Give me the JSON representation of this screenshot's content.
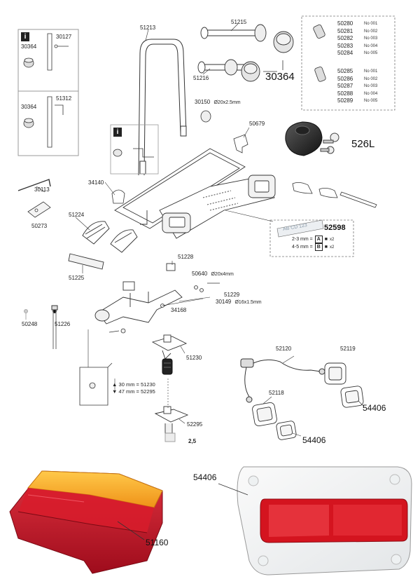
{
  "info_badge": "i",
  "labels": {
    "p51213": "51213",
    "p51215": "51215",
    "p51216": "51216",
    "p30364_big": "30364",
    "p30364_a": "30364",
    "p30364_b": "30364",
    "p30127": "30127",
    "p51312": "51312",
    "p30150": "30150",
    "p30150_dim": "Ø20x2.5mm",
    "p50679": "50679",
    "p526L": "526L",
    "p30113": "30113",
    "p34140": "34140",
    "p50273": "50273",
    "p51224": "51224",
    "p51225": "51225",
    "p52598": "52598",
    "plate_text": "AB CD 123",
    "p51228": "51228",
    "p50640": "50640",
    "p50640_dim": "Ø20x4mm",
    "p51229": "51229",
    "p30149": "30149",
    "p30149_dim": "Ø16x1.5mm",
    "p34168": "34168",
    "p50248": "50248",
    "p51226": "51226",
    "p51230": "51230",
    "stud_30": "30 mm = 51230",
    "stud_47": "47 mm = 52295",
    "p52295": "52295",
    "p2_5": "2,5",
    "p52120": "52120",
    "p52119": "52119",
    "p52118": "52118",
    "p54406_a": "54406",
    "p54406_b": "54406",
    "p54406_c": "54406",
    "p51160": "51160"
  },
  "codes_group_1": [
    {
      "code": "50280",
      "no": "No 001"
    },
    {
      "code": "50281",
      "no": "No 002"
    },
    {
      "code": "50282",
      "no": "No 003"
    },
    {
      "code": "50283",
      "no": "No 004"
    },
    {
      "code": "50284",
      "no": "No 005"
    }
  ],
  "codes_group_2": [
    {
      "code": "50285",
      "no": "No 001"
    },
    {
      "code": "50286",
      "no": "No 002"
    },
    {
      "code": "50287",
      "no": "No 003"
    },
    {
      "code": "50288",
      "no": "No 004"
    },
    {
      "code": "50289",
      "no": "No 005"
    }
  ],
  "plate_rows": [
    {
      "range": "2-3 mm =",
      "box": "A",
      "qty": "x2"
    },
    {
      "range": "4-5 mm =",
      "box": "B",
      "qty": "x2"
    }
  ],
  "colors": {
    "line": "#333333",
    "lens_red": "#c8102e",
    "lens_amber": "#f5a623",
    "lens_clear": "#eef0f1"
  }
}
